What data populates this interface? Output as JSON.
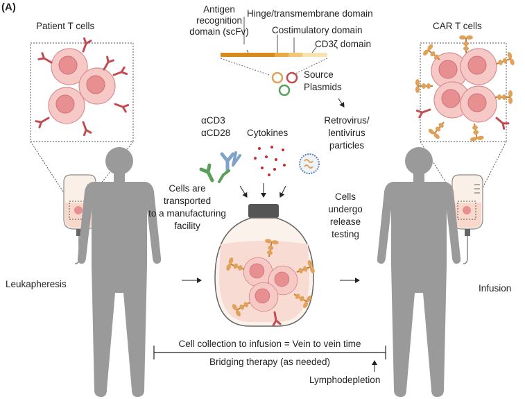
{
  "panel_label": "(A)",
  "left": {
    "title": "Patient T cells",
    "procedure": "Leukapheresis"
  },
  "right": {
    "title": "CAR T cells",
    "procedure": "Infusion"
  },
  "car_construct": {
    "antigen_line1": "Antigen",
    "antigen_line2": "recognition",
    "antigen_line3": "domain (scFv)",
    "hinge": "Hinge/transmembrane domain",
    "costim": "Costimulatory domain",
    "cd3z": "CD3ζ domain",
    "colors": {
      "scfv": "#d98a1c",
      "hinge": "#e9a943",
      "costim": "#f1c77a",
      "cd3z": "#f7e2b4"
    }
  },
  "plasmids": {
    "line1": "Source",
    "line2": "Plasmids"
  },
  "virus": {
    "line1": "Retrovirus/",
    "line2": "lentivirus",
    "line3": "particles"
  },
  "reagents": {
    "antibody_line1": "αCD3",
    "antibody_line2": "αCD28",
    "cytokines": "Cytokines"
  },
  "steps": {
    "transport_line1": "Cells are",
    "transport_line2": "transported",
    "transport_line3": "to a manufacturing",
    "transport_line4": "facility",
    "release_line1": "Cells",
    "release_line2": "undergo",
    "release_line3": "release",
    "release_line4": "testing"
  },
  "timeline": {
    "top": "Cell collection to infusion = Vein to vein time",
    "bottom": "Bridging therapy (as needed)",
    "lympho": "Lymphodepletion"
  },
  "colors": {
    "cell_fill": "#f6c8c6",
    "nucleus": "#e88f92",
    "receptor": "#c44a52",
    "body": "#9a9a9a",
    "car": "#e0a25a"
  }
}
